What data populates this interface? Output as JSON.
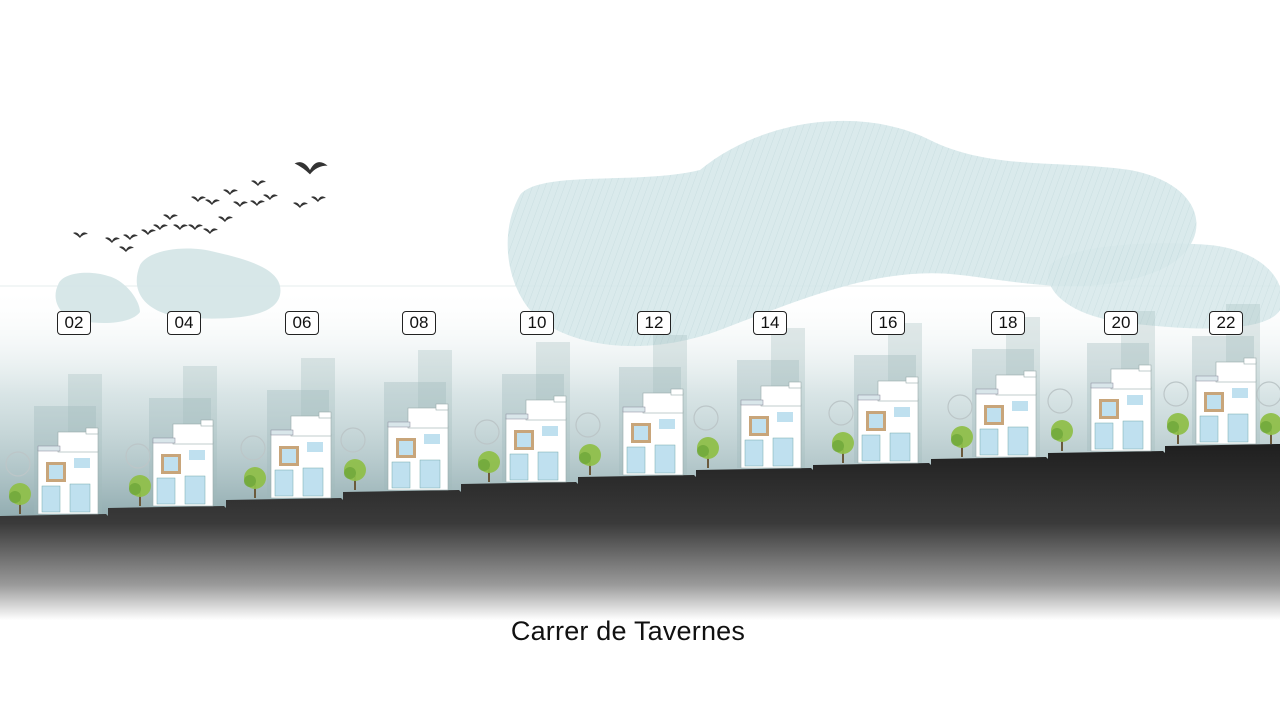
{
  "street": {
    "name": "Carrer de Tavernes"
  },
  "plots": [
    {
      "number": "02"
    },
    {
      "number": "04"
    },
    {
      "number": "06"
    },
    {
      "number": "08"
    },
    {
      "number": "10"
    },
    {
      "number": "12"
    },
    {
      "number": "14"
    },
    {
      "number": "16"
    },
    {
      "number": "18"
    },
    {
      "number": "20"
    },
    {
      "number": "22"
    }
  ],
  "colors": {
    "sky_haze": "#b9cfd1",
    "cloud": "#cfe4e6",
    "ground": "#2a2a2a",
    "house_wall": "#ffffff",
    "window": "#bfe0ef",
    "wood_frame": "#c8a57a",
    "tree_green": "#8fbf4a",
    "bird": "#333333"
  }
}
